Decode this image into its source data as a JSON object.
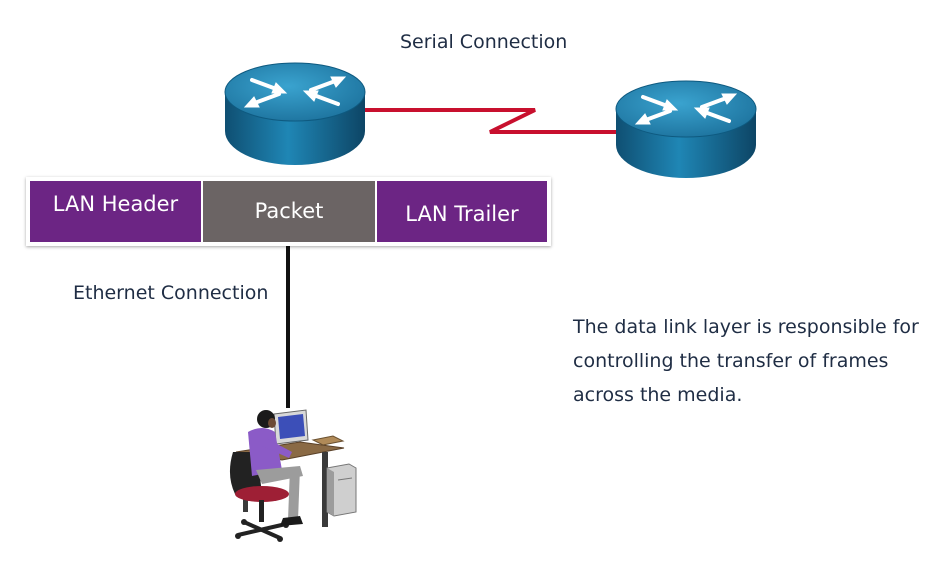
{
  "labels": {
    "serial_connection": "Serial Connection",
    "ethernet_connection": "Ethernet Connection"
  },
  "frame": {
    "header": "LAN Header",
    "packet": "Packet",
    "trailer": "LAN Trailer"
  },
  "description": "The data link layer is responsible for controlling the transfer of frames across the media.",
  "colors": {
    "frame_header_trailer": "#6c2584",
    "frame_packet": "#6b6464",
    "serial_link": "#c8102e",
    "router": "#1b6f9a",
    "text": "#1f2d44"
  },
  "icons": [
    "router-icon",
    "router-icon",
    "workstation-user-icon"
  ]
}
